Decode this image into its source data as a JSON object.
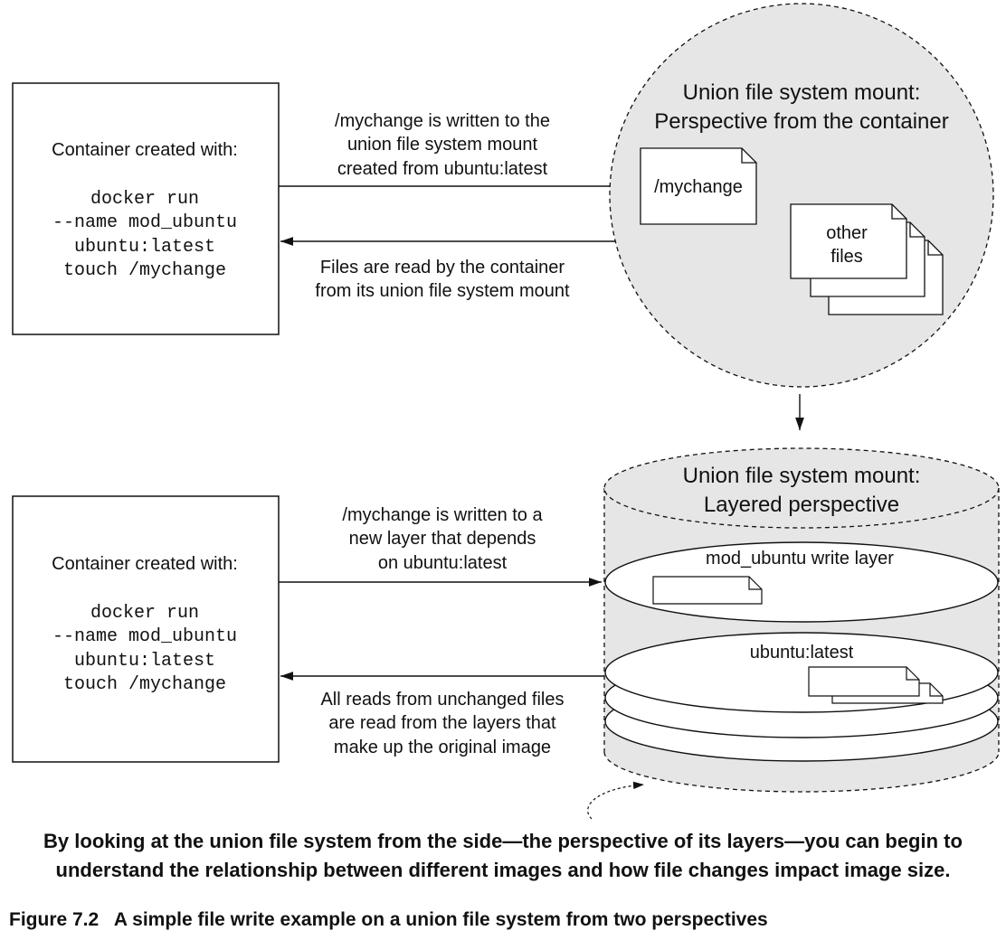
{
  "top": {
    "box_title": "Container created with:",
    "command": [
      "docker run",
      "--name mod_ubuntu",
      "ubuntu:latest",
      "touch /mychange"
    ],
    "write_arrow_text": [
      "/mychange is written to the",
      "union file system mount",
      "created from ubuntu:latest"
    ],
    "read_arrow_text": [
      "Files are read by the container",
      "from its union file system mount"
    ],
    "circle_title": [
      "Union file system mount:",
      "Perspective from the container"
    ],
    "file_label": "/mychange",
    "other_files_label": [
      "other",
      "files"
    ]
  },
  "bottom": {
    "box_title": "Container created with:",
    "command": [
      "docker run",
      "--name mod_ubuntu",
      "ubuntu:latest",
      "touch /mychange"
    ],
    "write_arrow_text": [
      "/mychange is written to a",
      "new layer that depends",
      "on ubuntu:latest"
    ],
    "read_arrow_text": [
      "All reads from unchanged files",
      "are read from the layers that",
      "make up the original image"
    ],
    "cylinder_title": [
      "Union file system mount:",
      "Layered perspective"
    ],
    "write_layer_label": "mod_ubuntu write layer",
    "base_layer_label": "ubuntu:latest"
  },
  "caption": [
    "By looking at the union file system from the side—the  perspective of its layers—you can begin to",
    "understand the relationship between different images and how file changes impact image size."
  ],
  "figure_caption": "Figure 7.2   A simple file write example on a union file system from two perspectives",
  "colors": {
    "fill": "#e6e6e6",
    "stroke": "#111111",
    "paper": "#ffffff"
  }
}
